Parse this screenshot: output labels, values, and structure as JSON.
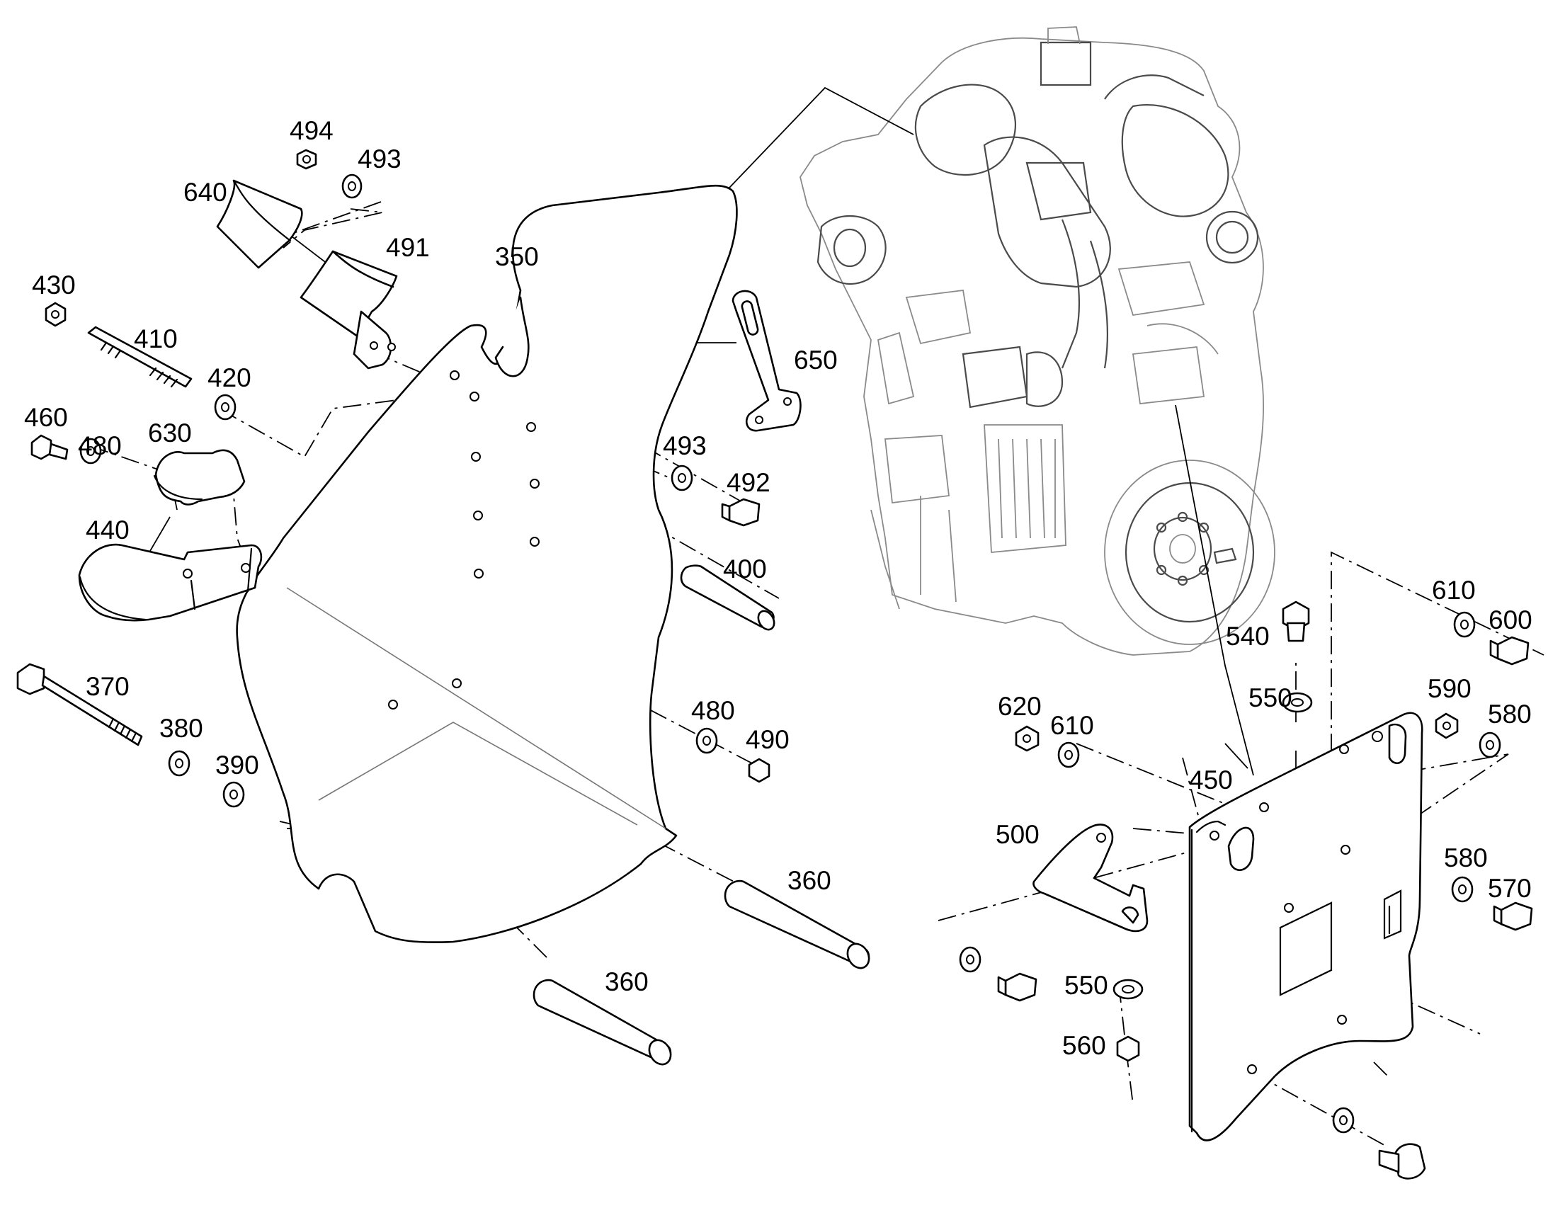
{
  "callouts": [
    {
      "id": "c494",
      "text": "494"
    },
    {
      "id": "c493a",
      "text": "493"
    },
    {
      "id": "c640",
      "text": "640"
    },
    {
      "id": "c491",
      "text": "491"
    },
    {
      "id": "c350",
      "text": "350"
    },
    {
      "id": "c430",
      "text": "430"
    },
    {
      "id": "c410",
      "text": "410"
    },
    {
      "id": "c420",
      "text": "420"
    },
    {
      "id": "c650",
      "text": "650"
    },
    {
      "id": "c460",
      "text": "460"
    },
    {
      "id": "c480a",
      "text": "480"
    },
    {
      "id": "c630",
      "text": "630"
    },
    {
      "id": "c493b",
      "text": "493"
    },
    {
      "id": "c492",
      "text": "492"
    },
    {
      "id": "c440",
      "text": "440"
    },
    {
      "id": "c400",
      "text": "400"
    },
    {
      "id": "c370",
      "text": "370"
    },
    {
      "id": "c380",
      "text": "380"
    },
    {
      "id": "c390",
      "text": "390"
    },
    {
      "id": "c480b",
      "text": "480"
    },
    {
      "id": "c490",
      "text": "490"
    },
    {
      "id": "c360a",
      "text": "360"
    },
    {
      "id": "c360b",
      "text": "360"
    },
    {
      "id": "c610a",
      "text": "610"
    },
    {
      "id": "c600",
      "text": "600"
    },
    {
      "id": "c540",
      "text": "540"
    },
    {
      "id": "c550a",
      "text": "550"
    },
    {
      "id": "c590",
      "text": "590"
    },
    {
      "id": "c580a",
      "text": "580"
    },
    {
      "id": "c620",
      "text": "620"
    },
    {
      "id": "c610b",
      "text": "610"
    },
    {
      "id": "c450",
      "text": "450"
    },
    {
      "id": "c500",
      "text": "500"
    },
    {
      "id": "c580b",
      "text": "580"
    },
    {
      "id": "c570",
      "text": "570"
    },
    {
      "id": "c550b",
      "text": "550"
    },
    {
      "id": "c560",
      "text": "560"
    }
  ]
}
